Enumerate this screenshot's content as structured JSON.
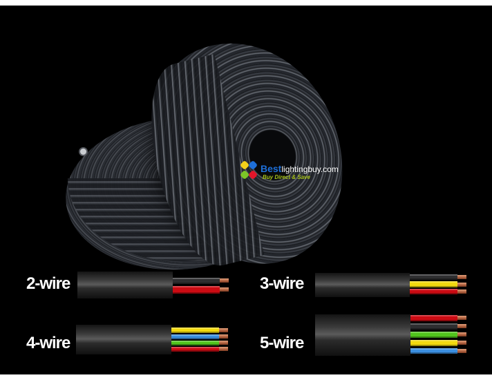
{
  "image": {
    "subject": "black electrical cable coils",
    "background_color": "#000000",
    "border_color": "#ffffff"
  },
  "logo": {
    "brand_highlight": "Best",
    "brand_rest": "lightingbuy.com",
    "tagline": "Buy Direct & Save",
    "colors": {
      "highlight": "#1e6fd8",
      "domain": "#ffffff",
      "tagline": "#a8c41a",
      "mark": [
        "#f4d11a",
        "#1e6fd8",
        "#7cc627",
        "#e3162a"
      ]
    }
  },
  "samples": [
    {
      "label": "2-wire",
      "wire_colors": [
        "#2e2e30",
        "#cc0b13"
      ]
    },
    {
      "label": "3-wire",
      "wire_colors": [
        "#2e2e30",
        "#f2d90f",
        "#cc0b13"
      ]
    },
    {
      "label": "4-wire",
      "wire_colors": [
        "#f2d90f",
        "#3b8fe0",
        "#51c41c",
        "#cc0b13"
      ]
    },
    {
      "label": "5-wire",
      "wire_colors": [
        "#cc0b13",
        "#2e2e30",
        "#51c41c",
        "#f2d90f",
        "#3b8fe0"
      ]
    }
  ],
  "copper_color": "#c47a52",
  "jacket_color": "#1c1c1c"
}
